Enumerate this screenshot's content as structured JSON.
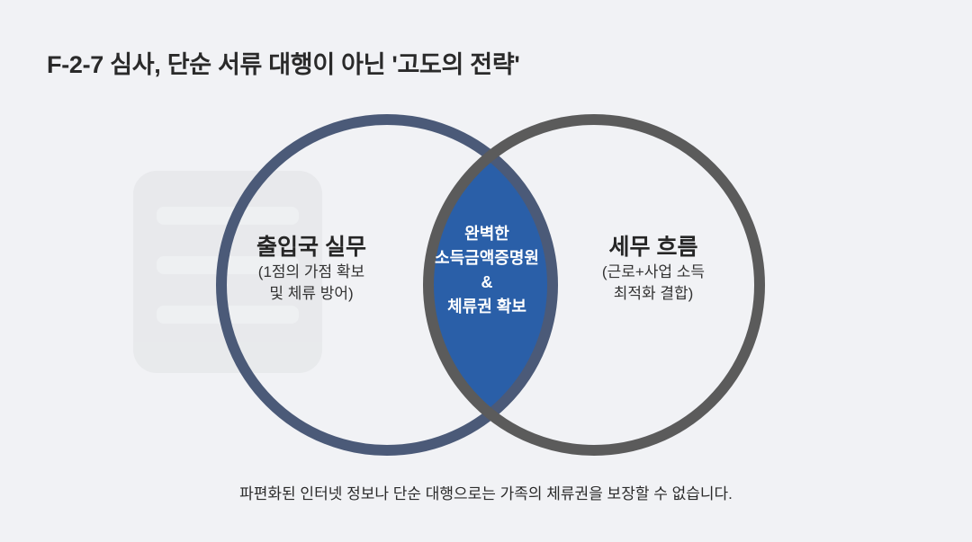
{
  "title": "F-2-7 심사, 단순 서류 대행이 아닌 '고도의 전략'",
  "venn": {
    "left": {
      "heading": "출입국 실무",
      "sub1": "(1점의 가점 확보",
      "sub2": "및 체류 방어)",
      "color": "#4b5a78"
    },
    "right": {
      "heading": "세무 흐름",
      "sub1": "(근로+사업 소득",
      "sub2": "최적화 결합)",
      "color": "#5b5b5b"
    },
    "intersection": {
      "line1": "완벽한",
      "line2": "소득금액증명원",
      "line3": "&",
      "line4": "체류권 확보",
      "color": "#2a5fa8"
    }
  },
  "footer": "파편화된 인터넷 정보나 단순 대행으로는 가족의 체류권을 보장할 수 없습니다."
}
